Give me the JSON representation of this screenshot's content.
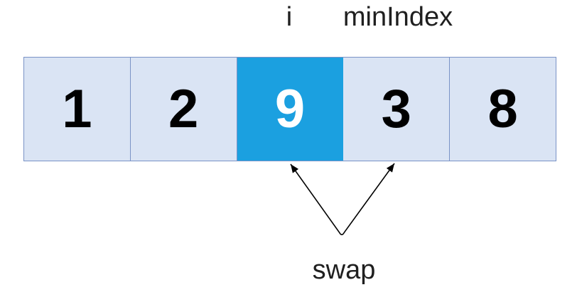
{
  "diagram": {
    "pointer_labels": [
      {
        "label": "i",
        "points_to_index": 2
      },
      {
        "label": "minIndex",
        "points_to_index": 3
      }
    ],
    "array": {
      "cells": [
        {
          "value": "1",
          "highlighted": false
        },
        {
          "value": "2",
          "highlighted": false
        },
        {
          "value": "9",
          "highlighted": true
        },
        {
          "value": "3",
          "highlighted": false
        },
        {
          "value": "8",
          "highlighted": false
        }
      ]
    },
    "swap_label": "swap"
  },
  "colors": {
    "background": "#ffffff",
    "cell_fill": "#dae4f4",
    "cell_border": "#7a93c6",
    "highlight_fill": "#1ba0e0",
    "highlight_text": "#ffffff",
    "number_text": "#000000",
    "label_text": "#1f1f1f",
    "arrow": "#000000"
  }
}
